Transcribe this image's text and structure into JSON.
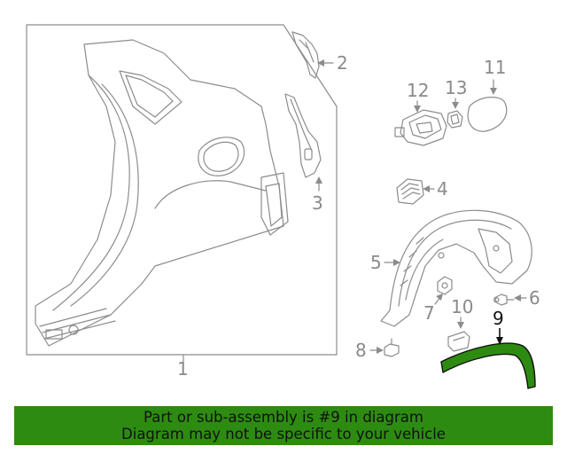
{
  "callouts": {
    "c1": "1",
    "c2": "2",
    "c3": "3",
    "c4": "4",
    "c5": "5",
    "c6": "6",
    "c7": "7",
    "c8": "8",
    "c9": "9",
    "c10": "10",
    "c11": "11",
    "c12": "12",
    "c13": "13"
  },
  "highlight_part": "9",
  "colors": {
    "line": "#8c8c8c",
    "highlight_fill": "#2e8b12",
    "banner_bg": "#2e8b12"
  },
  "banner": {
    "line1": "Part or sub-assembly is #9 in diagram",
    "line2": "Diagram may not be specific to your vehicle"
  }
}
